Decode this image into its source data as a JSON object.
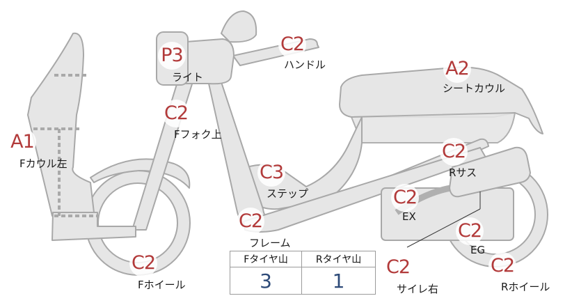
{
  "parts": [
    {
      "id": "f-cowl-left",
      "grade": "A1",
      "label": "Fカウル左"
    },
    {
      "id": "light",
      "grade": "P3",
      "label": "ライト"
    },
    {
      "id": "handle",
      "grade": "C2",
      "label": "ハンドル"
    },
    {
      "id": "f-fork-upper",
      "grade": "C2",
      "label": "Fフォク上"
    },
    {
      "id": "seat-cowl",
      "grade": "A2",
      "label": "シートカウル"
    },
    {
      "id": "step",
      "grade": "C3",
      "label": "ステップ"
    },
    {
      "id": "frame",
      "grade": "C2",
      "label": "フレーム"
    },
    {
      "id": "f-wheel",
      "grade": "C2",
      "label": "Fホイール"
    },
    {
      "id": "r-sus",
      "grade": "C2",
      "label": "Rサス"
    },
    {
      "id": "ex",
      "grade": "C2",
      "label": "EX"
    },
    {
      "id": "eg",
      "grade": "C2",
      "label": "EG"
    },
    {
      "id": "muffler-right",
      "grade": "C2",
      "label": "サイレ右"
    },
    {
      "id": "r-wheel",
      "grade": "C2",
      "label": "Rホイール"
    }
  ],
  "tire_table": {
    "front_header": "Fタイヤ山",
    "rear_header": "Rタイヤ山",
    "front_value": "3",
    "rear_value": "1"
  },
  "colors": {
    "grade_text": "#b23a3a",
    "value_text": "#2d4a78",
    "part_fill": "#e6e6e6",
    "part_stroke": "#a8a8a8"
  }
}
